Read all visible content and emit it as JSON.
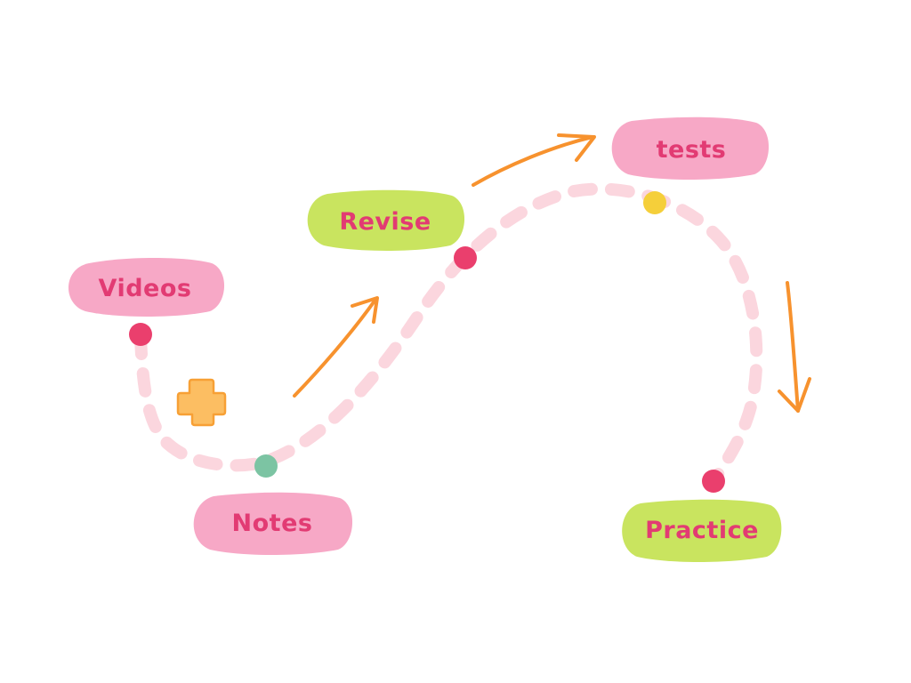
{
  "colors": {
    "background": "#ffffff",
    "pink_pill": "#f7a8c6",
    "green_pill": "#c9e45f",
    "label_text": "#e23b73",
    "path_dash": "#fbd6de",
    "arrow": "#f7922e",
    "dot_pink": "#ea3f6d",
    "dot_teal": "#7cc4a3",
    "dot_yellow": "#f5cf3a",
    "plus": "#fcbe62"
  },
  "steps": [
    {
      "id": "videos",
      "label": "Videos",
      "color": "pink"
    },
    {
      "id": "notes",
      "label": "Notes",
      "color": "pink"
    },
    {
      "id": "revise",
      "label": "Revise",
      "color": "green"
    },
    {
      "id": "tests",
      "label": "tests",
      "color": "pink"
    },
    {
      "id": "practice",
      "label": "Practice",
      "color": "green"
    }
  ],
  "icons": [
    "plus-icon",
    "arrow-icon"
  ]
}
